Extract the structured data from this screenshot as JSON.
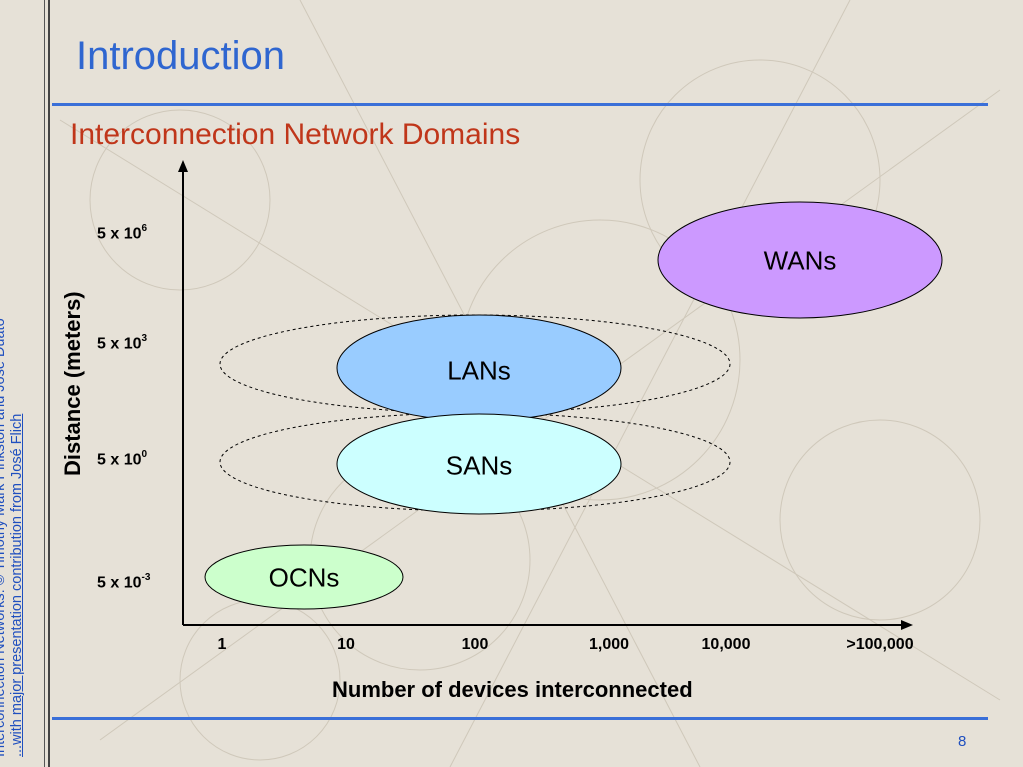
{
  "slide": {
    "title": "Introduction",
    "subtitle": "Interconnection Network Domains",
    "page_number": "8",
    "side_credit_line1": "Interconnection Networks: © Timothy Mark Pinkston and José Duato",
    "side_credit_line2": "...with major presentation contribution from José Flich"
  },
  "diagram": {
    "x_axis_title": "Number of devices interconnected",
    "y_axis_title": "Distance (meters)",
    "x_ticks": [
      "1",
      "10",
      "100",
      "1,000",
      "10,000",
      ">100,000"
    ],
    "y_ticks": [
      {
        "base": "5 x 10",
        "exp": "6"
      },
      {
        "base": "5 x 10",
        "exp": "3"
      },
      {
        "base": "5 x 10",
        "exp": "0"
      },
      {
        "base": "5 x 10",
        "exp": "-3"
      }
    ],
    "regions": [
      {
        "label": "WANs",
        "color": "#cc99ff"
      },
      {
        "label": "LANs",
        "color": "#99ccff"
      },
      {
        "label": "SANs",
        "color": "#ccffff"
      },
      {
        "label": "OCNs",
        "color": "#ccffcc"
      }
    ]
  }
}
